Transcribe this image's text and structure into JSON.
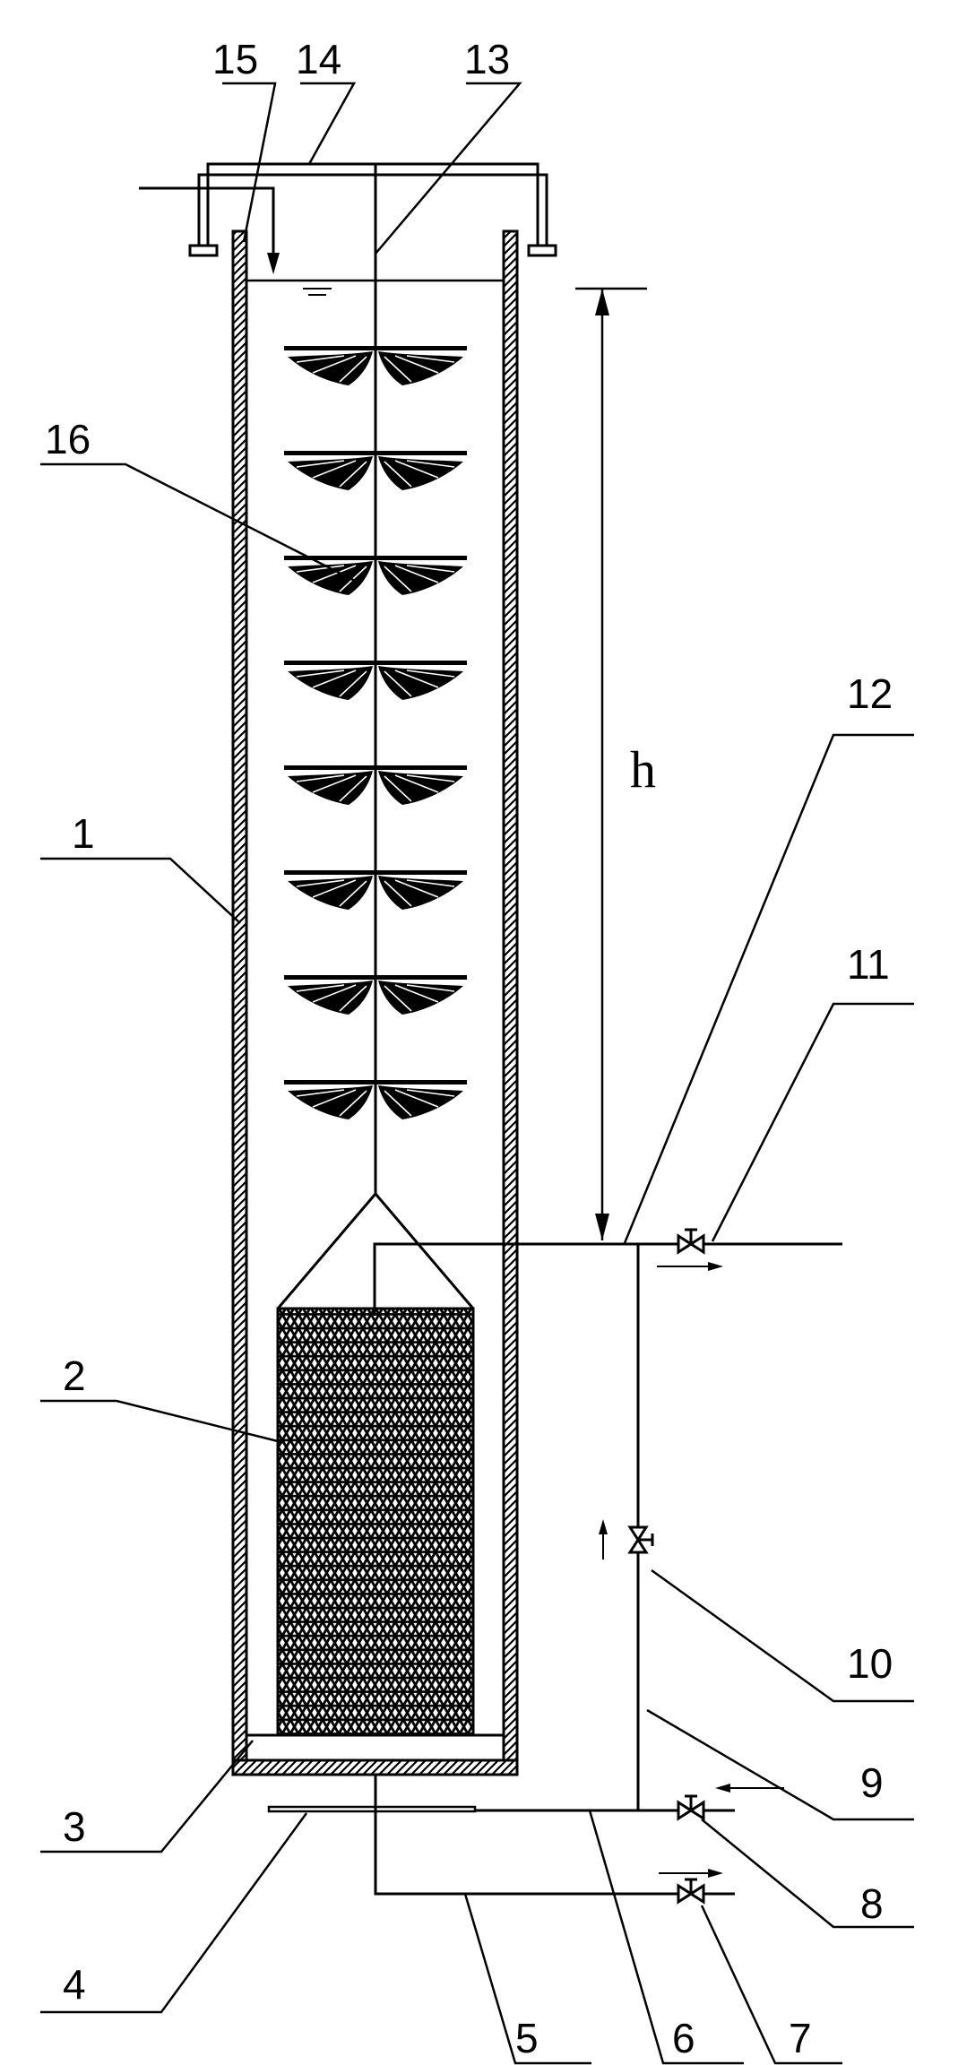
{
  "diagram": {
    "dimension_label": "h",
    "labels": {
      "l1": "1",
      "l2": "2",
      "l3": "3",
      "l4": "4",
      "l5": "5",
      "l6": "6",
      "l7": "7",
      "l8": "8",
      "l9": "9",
      "l10": "10",
      "l11": "11",
      "l12": "12",
      "l13": "13",
      "l14": "14",
      "l15": "15",
      "l16": "16"
    },
    "impeller_count": 8
  }
}
